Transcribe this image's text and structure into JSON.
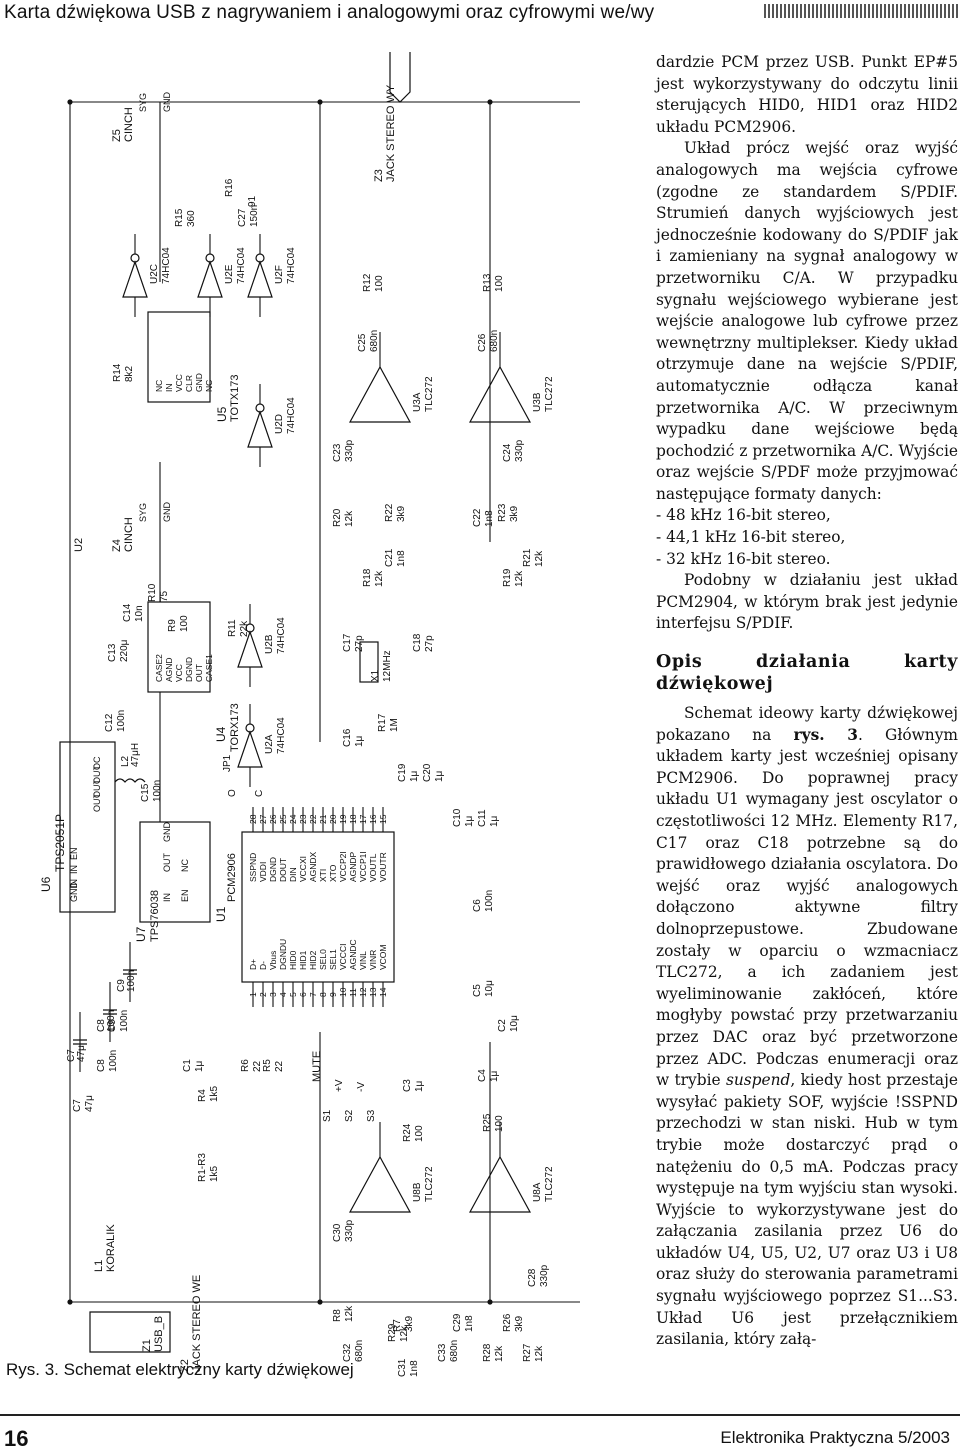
{
  "header": {
    "title": "Karta dźwiękowa USB z nagrywaniem i analogowymi oraz cyfrowymi we/wy"
  },
  "figure": {
    "caption": "Rys. 3. Schemat elektryczny karty dźwiękowej",
    "labels": {
      "u6": "U6",
      "u6_type": "TPS2051P",
      "u6_pins_left": [
        "GND",
        "IN",
        "IN",
        "EN"
      ],
      "u6_pins_right": [
        "OUT",
        "OUT",
        "OUT",
        "OC"
      ],
      "u7": "U7",
      "u7_type": "TPS76038",
      "u7_pins": [
        "IN",
        "EN",
        "OUT",
        "NC",
        "GND"
      ],
      "u1": "U1",
      "u1_type": "PCM2906",
      "u1_left": [
        "D+",
        "D-",
        "Vbus",
        "DGNDU",
        "HID0",
        "HID1",
        "HID2",
        "SEL0",
        "SEL1",
        "VCCCI",
        "AGNDC",
        "VINL",
        "VINR",
        "VCOM"
      ],
      "u1_right": [
        "SSPND",
        "VDDI",
        "DGND",
        "DOUT",
        "DIN",
        "VCCXI",
        "AGNDX",
        "XTI",
        "XTO",
        "VCCP2I",
        "AGNDP",
        "VCCP1I",
        "VOUTL",
        "VOUTR"
      ],
      "u1_left_nums": [
        "1",
        "2",
        "3",
        "4",
        "5",
        "6",
        "7",
        "8",
        "9",
        "10",
        "11",
        "12",
        "13",
        "14"
      ],
      "u1_right_nums": [
        "28",
        "27",
        "26",
        "25",
        "24",
        "23",
        "22",
        "21",
        "20",
        "19",
        "18",
        "17",
        "16",
        "15"
      ],
      "u4": "U4",
      "u4_type": "TORX173",
      "u4_pins": [
        "CASE2",
        "AGND",
        "VCC",
        "DGND",
        "OUT",
        "CASE1"
      ],
      "u5": "U5",
      "u5_type": "TOTX173",
      "u5_pins": [
        "NC",
        "IN",
        "VCC",
        "CLR",
        "GND",
        "NC"
      ],
      "gates": [
        "U2A",
        "U2B",
        "U2C",
        "U2D",
        "U2E",
        "U2F"
      ],
      "gate_type": "74HC04",
      "u2": "U2",
      "u3a": "U3A",
      "u3b": "U3B",
      "u8a": "U8A",
      "u8b": "U8B",
      "opamp_type": "TLC272",
      "z1": "Z1",
      "z1_type": "USB_B",
      "z2": "Z2",
      "z2_type": "JACK STEREO WE",
      "z3": "Z3",
      "z3_type": "JACK STEREO WY",
      "z4": "Z4",
      "z5": "Z5",
      "cinch": "CINCH",
      "syg": "SYG",
      "gnd": "GND",
      "l1": "L1",
      "l1_type": "KORALIK",
      "l2": "L2",
      "l2_val": "47μH",
      "jp1": "JP1",
      "o": "O",
      "c": "C",
      "x1": "X1",
      "x1_val": "12MHz",
      "mute": "MUTE",
      "s1": "S1",
      "s2": "S2",
      "s3": "S3",
      "plus_v": "+V",
      "minus_v": "-V",
      "nc": "NC",
      "parts": [
        [
          "C7",
          "47μ"
        ],
        [
          "C8",
          "100n"
        ],
        [
          "C9",
          "100n"
        ],
        [
          "C12",
          "100n"
        ],
        [
          "C13",
          "220μ"
        ],
        [
          "C14",
          "10n"
        ],
        [
          "C15",
          "100n"
        ],
        [
          "C1",
          "1μ"
        ],
        [
          "R4",
          "1k5"
        ],
        [
          "R1-R3",
          "1k5"
        ],
        [
          "R6",
          "22"
        ],
        [
          "R5",
          "22"
        ],
        [
          "R9",
          "100"
        ],
        [
          "R10",
          "75"
        ],
        [
          "R11",
          "22k"
        ],
        [
          "R14",
          "8k2"
        ],
        [
          "R15",
          "360"
        ],
        [
          "R16",
          ""
        ],
        [
          "C27",
          "150n"
        ],
        [
          "91",
          ""
        ],
        [
          "C16",
          "1μ"
        ],
        [
          "C17",
          "27p"
        ],
        [
          "C18",
          "27p"
        ],
        [
          "R17",
          "1M"
        ],
        [
          "C19",
          "1μ"
        ],
        [
          "C20",
          "1μ"
        ],
        [
          "R18",
          "12k"
        ],
        [
          "R20",
          "12k"
        ],
        [
          "R22",
          "3k9"
        ],
        [
          "C21",
          "1n8"
        ],
        [
          "C23",
          "330p"
        ],
        [
          "C25",
          "680n"
        ],
        [
          "R12",
          "100"
        ],
        [
          "C22",
          "1n8"
        ],
        [
          "R19",
          "12k"
        ],
        [
          "R23",
          "3k9"
        ],
        [
          "R21",
          "12k"
        ],
        [
          "C24",
          "330p"
        ],
        [
          "C26",
          "680n"
        ],
        [
          "R13",
          "100"
        ],
        [
          "C10",
          "1μ"
        ],
        [
          "C11",
          "1μ"
        ],
        [
          "C6",
          "100n"
        ],
        [
          "C5",
          "10μ"
        ],
        [
          "C2",
          "10μ"
        ],
        [
          "C4",
          "1μ"
        ],
        [
          "C3",
          "1μ"
        ],
        [
          "R24",
          "100"
        ],
        [
          "R25",
          "100"
        ],
        [
          "C30",
          "330p"
        ],
        [
          "R8",
          "12k"
        ],
        [
          "R7",
          "3k9"
        ],
        [
          "C31",
          "1n8"
        ],
        [
          "C32",
          "680n"
        ],
        [
          "R29",
          "12k"
        ],
        [
          "C29",
          "1n8"
        ],
        [
          "R26",
          "3k9"
        ],
        [
          "C28",
          "330p"
        ],
        [
          "C33",
          "680n"
        ],
        [
          "R28",
          "12k"
        ],
        [
          "R27",
          "12k"
        ]
      ]
    }
  },
  "article": {
    "para1": "dardzie PCM przez USB. Punkt EP#5 jest wykorzystywany do odczytu linii sterujących HID0, HID1 oraz HID2 układu PCM2906.",
    "para2": "Układ prócz wejść oraz wyjść analogowych ma wejścia cyfrowe (zgodne ze standardem S/PDIF. Strumień danych wyjściowych jest jednocześnie kodowany do S/PDIF jak i zamieniany na sygnał analogowy w przetworniku C/A. W przypadku sygnału wejściowego wybierane jest wejście analogowe lub cyfrowe przez wewnętrzny multiplekser. Kiedy układ otrzymuje dane na wejście S/PDIF, automatycznie odłącza kanał przetwornika A/C. W przeciwnym wypadku dane wejściowe będą pochodzić z przetwornika A/C. Wyjście oraz wejście S/PDF może przyjmować następujące formaty danych:",
    "list": [
      "- 48 kHz 16-bit stereo,",
      "- 44,1 kHz 16-bit stereo,",
      "- 32 kHz 16-bit stereo."
    ],
    "para3": "Podobny w działaniu jest układ PCM2904, w którym brak jest jedynie interfejsu S/PDIF.",
    "heading": "Opis działania karty dźwiękowej",
    "para4_a": "Schemat ideowy karty dźwiękowej pokazano na ",
    "para4_ref": "rys. 3",
    "para4_b": ". Głównym układem karty jest wcześniej opisany PCM2906. Do poprawnej pracy układu U1 wymagany jest oscylator o częstotliwości 12 MHz. Elementy R17, C17 oraz C18 potrzebne są do prawidłowego działania oscylatora. Do wejść oraz wyjść analogowych dołączono aktywne filtry dolnoprzepustowe. Zbudowane zostały w oparciu o wzmacniacz TLC272, a ich zadaniem jest wyeliminowanie zakłóceń, które mogłyby powstać przy przetwarzaniu przez DAC oraz być przetworzone przez ADC. Podczas enumeracji oraz w trybie ",
    "para4_em": "suspend",
    "para4_c": ", kiedy host przestaje wysyłać pakiety SOF, wyjście !SSPND przechodzi w stan niski. Hub w tym trybie może dostarczyć prąd o natężeniu do 0,5 mA. Podczas pracy występuje na tym wyjściu stan wysoki. Wyjście to wykorzystywane jest do załączania zasilania przez U6 do układów U4, U5, U2, U7 oraz U3 i U8 oraz służy do sterowania parametrami sygnału wyjściowego poprzez S1...S3. Układ U6 jest przełącznikiem zasilania, który załą-"
  },
  "footer": {
    "page_number": "16",
    "magazine": "Elektronika Praktyczna 5/2003"
  }
}
